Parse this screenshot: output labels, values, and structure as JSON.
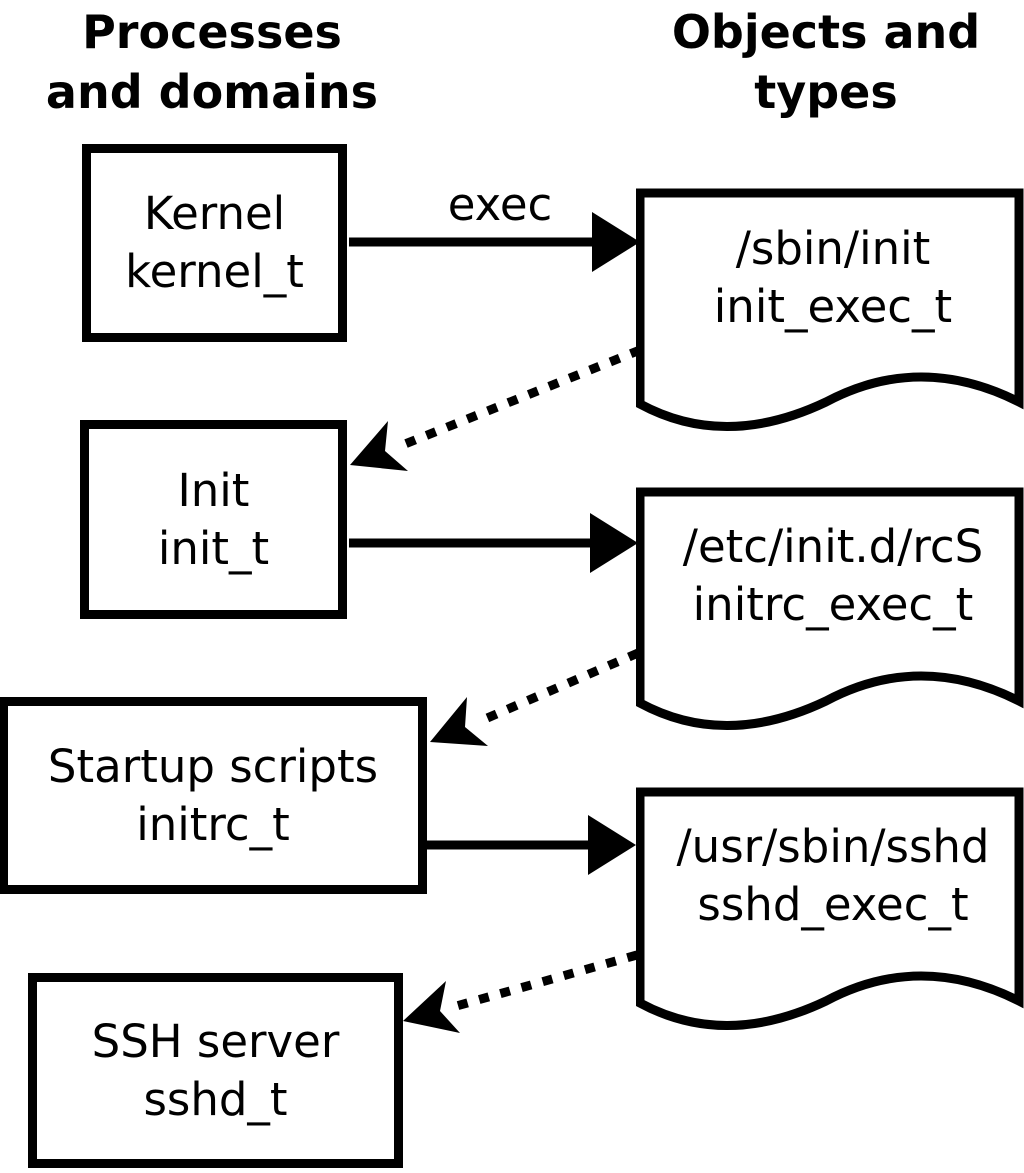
{
  "colors": {
    "foreground": "#000000",
    "background": "#ffffff"
  },
  "columns": {
    "left_header": "Processes and domains",
    "right_header": "Objects and types"
  },
  "processes": [
    {
      "name": "Kernel",
      "domain": "kernel_t"
    },
    {
      "name": "Init",
      "domain": "init_t"
    },
    {
      "name": "Startup scripts",
      "domain": "initrc_t"
    },
    {
      "name": "SSH server",
      "domain": "sshd_t"
    }
  ],
  "objects": [
    {
      "path": "/sbin/init",
      "type": "init_exec_t"
    },
    {
      "path": "/etc/init.d/rcS",
      "type": "initrc_exec_t"
    },
    {
      "path": "/usr/sbin/sshd",
      "type": "sshd_exec_t"
    }
  ],
  "edges": {
    "exec_label": "exec",
    "list": [
      {
        "from": "kernel_t",
        "to": "/sbin/init",
        "style": "solid",
        "label": "exec"
      },
      {
        "from": "/sbin/init",
        "to": "init_t",
        "style": "dotted",
        "label": ""
      },
      {
        "from": "init_t",
        "to": "/etc/init.d/rcS",
        "style": "solid",
        "label": ""
      },
      {
        "from": "/etc/init.d/rcS",
        "to": "initrc_t",
        "style": "dotted",
        "label": ""
      },
      {
        "from": "initrc_t",
        "to": "/usr/sbin/sshd",
        "style": "solid",
        "label": ""
      },
      {
        "from": "/usr/sbin/sshd",
        "to": "sshd_t",
        "style": "dotted",
        "label": ""
      }
    ]
  }
}
